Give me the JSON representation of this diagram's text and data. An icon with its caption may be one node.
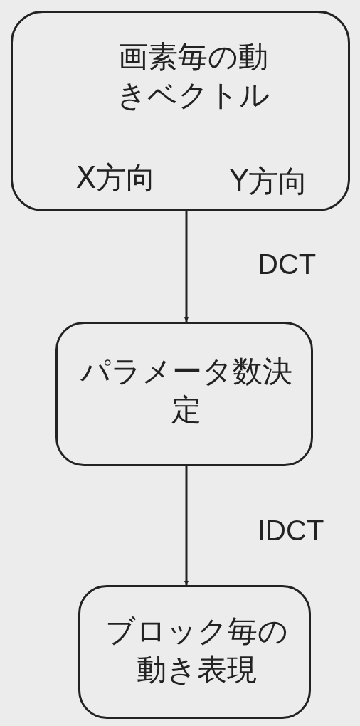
{
  "diagram": {
    "nodes": [
      {
        "text": [
          "画素毎の動きベクトル",
          "X方向",
          "Y方向"
        ]
      },
      {
        "text": [
          "パラメータ数決定"
        ]
      },
      {
        "text": [
          "ブロック毎の動き表現"
        ]
      }
    ],
    "edges": [
      {
        "from": 0,
        "to": 1,
        "arrow": "to",
        "label": "DCT"
      },
      {
        "from": 1,
        "to": 2,
        "arrow": "to",
        "label": "IDCT"
      }
    ]
  }
}
